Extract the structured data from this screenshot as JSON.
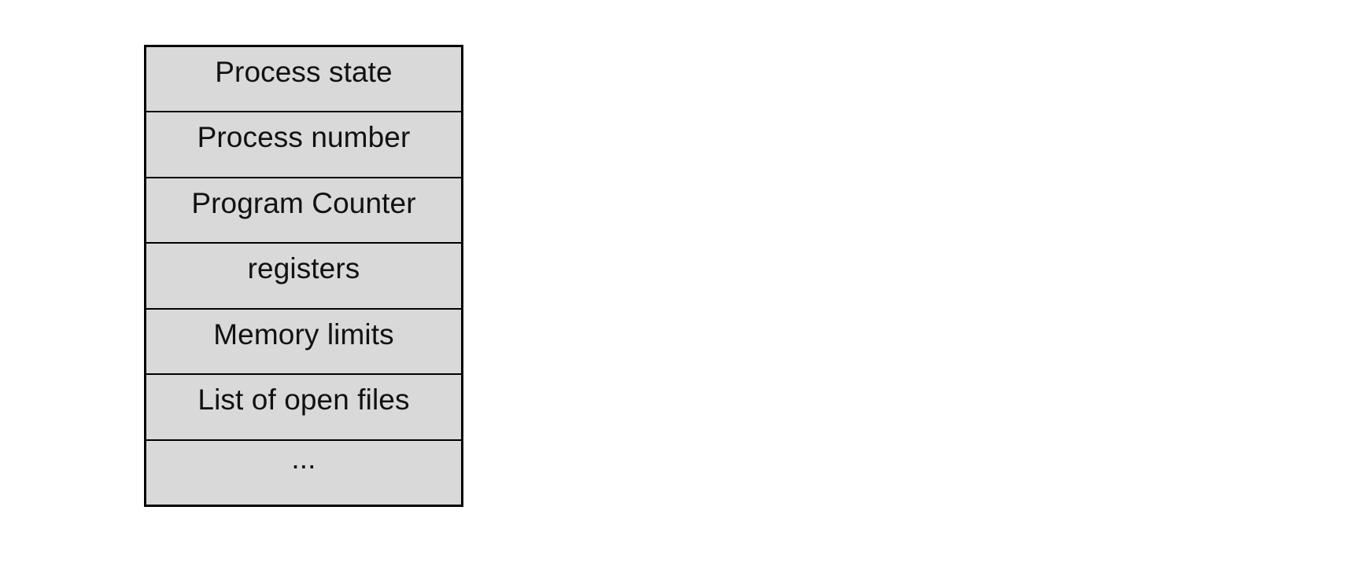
{
  "diagram": {
    "kind": "process-control-block",
    "background_color": "#ffffff",
    "cell_fill_color": "#d9d9d9",
    "border_color": "#000000",
    "text_color": "#111111",
    "rows": [
      {
        "label": "Process state"
      },
      {
        "label": "Process number"
      },
      {
        "label": "Program Counter"
      },
      {
        "label": "registers"
      },
      {
        "label": "Memory limits"
      },
      {
        "label": "List of open files"
      },
      {
        "label": "..."
      }
    ]
  }
}
